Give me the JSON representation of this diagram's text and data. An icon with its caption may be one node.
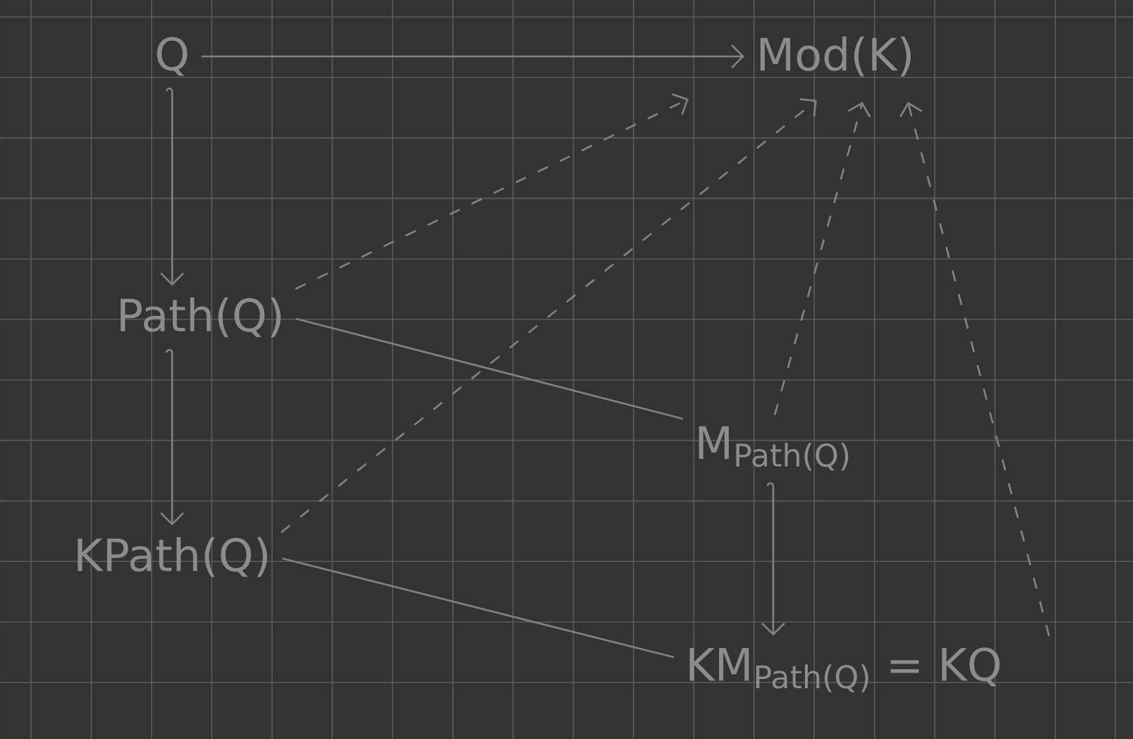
{
  "diagram": {
    "nodes": [
      {
        "text": [
          "Q"
        ]
      },
      {
        "text": [
          "Mod(K)"
        ]
      },
      {
        "text": [
          "Path(Q)"
        ]
      },
      {
        "text": [
          "KPath(Q)"
        ]
      },
      {
        "text": [
          "M$_{Path(Q)}$"
        ]
      },
      {
        "text": [
          "KM$_{Path(Q)}$ = KQ"
        ]
      }
    ],
    "edges": [
      {
        "from": 0,
        "to": 1,
        "arrow": "to"
      },
      {
        "from": 0,
        "to": 2,
        "arrow": "to"
      },
      {
        "from": 2,
        "to": 3,
        "arrow": "to"
      },
      {
        "from": 2,
        "to": 4,
        "arrow": "none"
      },
      {
        "from": 3,
        "to": 5,
        "arrow": "none"
      },
      {
        "from": 2,
        "to": 1,
        "arrow": "to",
        "style": "dashed"
      },
      {
        "from": 3,
        "to": 1,
        "arrow": "to",
        "style": "dashed"
      },
      {
        "from": 4,
        "to": 1,
        "arrow": "to",
        "style": "dashed"
      },
      {
        "from": 4,
        "to": 5,
        "arrow": "to"
      },
      {
        "from": 5,
        "to": 1,
        "arrow": "to",
        "style": "dashed"
      }
    ]
  }
}
